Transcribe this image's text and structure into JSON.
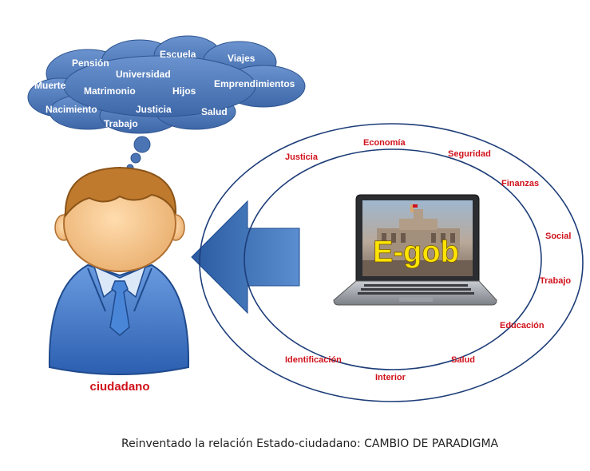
{
  "thought_cloud": {
    "words": [
      "Pensión",
      "Escuela",
      "Viajes",
      "Universidad",
      "Muerte",
      "Matrimonio",
      "Hijos",
      "Emprendimientos",
      "Nacimiento",
      "Justicia",
      "Salud",
      "Trabajo"
    ]
  },
  "citizen": {
    "label": "ciudadano"
  },
  "laptop": {
    "screen_text": "E-gob"
  },
  "ring": {
    "items": [
      "Justicia",
      "Economía",
      "Seguridad",
      "Finanzas",
      "Social",
      "Trabajo",
      "Educación",
      "Salud",
      "Interior",
      "Identificación"
    ]
  },
  "caption": "Reinventado la relación Estado-ciudadano: CAMBIO DE PARADIGMA",
  "colors": {
    "cloud": "#4a74b3",
    "ring_text": "#d0121b",
    "ring_line": "#1d3d78",
    "arrow": "#3a6fb5",
    "skin": "#f5c388",
    "hair": "#c07a2d",
    "suit": "#3f78c9"
  }
}
